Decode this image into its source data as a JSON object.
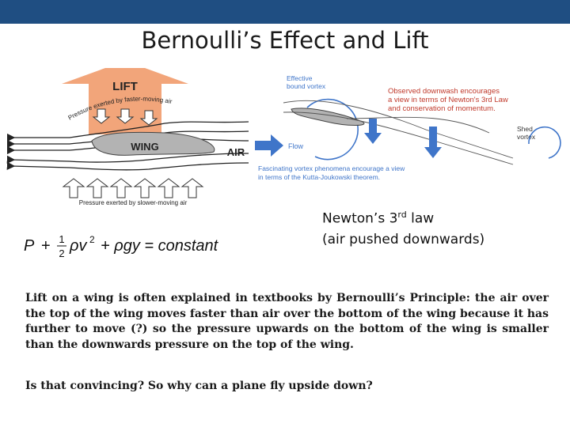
{
  "header": {
    "title": "Bernoulli’s Effect and Lift"
  },
  "lift_figure": {
    "lift_label": "LIFT",
    "wing_label": "WING",
    "air_label": "AIR",
    "top_pressure": "Pressure exerted by faster-moving air",
    "bottom_pressure": "Pressure exerted by slower-moving air"
  },
  "vortex_figure": {
    "bound_vortex": [
      "Effective",
      "bound vortex"
    ],
    "downwash_note": [
      "Observed downwash encourages",
      "a view in terms of Newton's 3rd Law",
      "and conservation of momentum."
    ],
    "shed_vortex": [
      "Shed",
      "vortex"
    ],
    "flow_label": "Flow",
    "kutta_note": [
      "Fascinating vortex phenomena encourage a view",
      "in terms of the Kutta-Joukowski theorem."
    ]
  },
  "equation": {
    "p": "P",
    "half_num": "1",
    "half_den": "2",
    "rho_v2": "ρv",
    "sq": "2",
    "rest": "+ ρgy = constant"
  },
  "newton": {
    "line1_pre": "Newton’s 3",
    "line1_sup": "rd",
    "line1_post": " law",
    "line2": "(air pushed downwards)"
  },
  "body": {
    "paragraph": "Lift on a wing is often explained in textbooks by Bernoulli’s Principle: the air over the top of the wing moves faster than air over the bottom of the wing because it has further to move (?) so the pressure upwards on the bottom of the wing is smaller than the downwards pressure on the top of the wing.",
    "question": "Is that convincing? So why can a plane fly upside down?"
  },
  "colors": {
    "header_bar": "#1f4e82",
    "lift_arrow": "#f2a57a",
    "wing_fill": "#b3b3b3",
    "vortex_blue": "#3f75c9",
    "note_red": "#c0392b"
  }
}
